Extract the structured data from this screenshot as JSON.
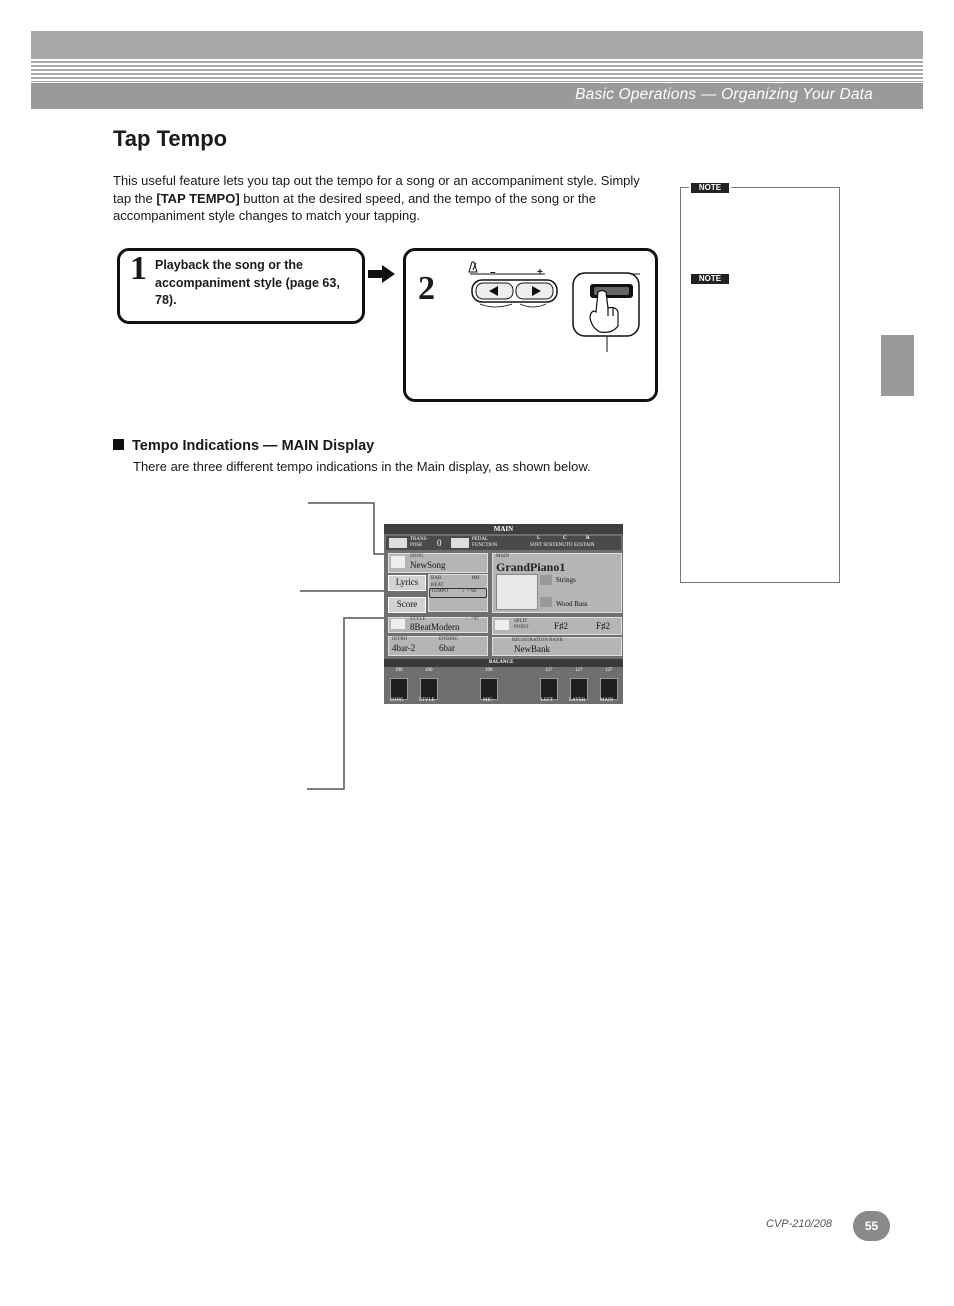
{
  "header": {
    "section_title": "Basic Operations — Organizing Your Data"
  },
  "page_title": "Tap Tempo",
  "intro": {
    "part1": "This useful feature lets you tap out the tempo for a song or an accompaniment style. Simply tap the ",
    "button_name": "[TAP TEMPO]",
    "part2": " button at the desired speed, and the tempo of the song or the accompaniment style changes to match your tapping."
  },
  "step1": {
    "number": "1",
    "text": "Playback the song or the accompaniment style (page 63, 78)."
  },
  "step2": {
    "number": "2",
    "minus": "–",
    "plus": "+"
  },
  "notes": [
    {
      "label": "NOTE"
    },
    {
      "label": "NOTE"
    }
  ],
  "section": {
    "heading": "Tempo Indications — MAIN Display",
    "body": "There are three different tempo indications in the Main display, as shown below."
  },
  "lcd": {
    "title": "MAIN",
    "transpose_label": "TRANS- POSE",
    "transpose_value": "0",
    "pedal_label": "PEDAL FUNCTION",
    "pedal_indicators": [
      "L",
      "C",
      "R"
    ],
    "pedal_names": "SOFT SOSTENUTO SUSTAIN",
    "song_label": "SONG",
    "song_name": "NewSong",
    "lyrics_button": "Lyrics",
    "score_button": "Score",
    "bar_label": "BAR",
    "bar_value": "001",
    "beat_label": "BEAT",
    "tempo_label": "TEMPO",
    "tempo_value": "♩= 92",
    "main_voice_label": "MAIN",
    "main_voice": "GrandPiano1",
    "layer_voice": "Strings",
    "left_voice": "Wood Bass",
    "style_label": "STYLE",
    "style_name": "8BeatModern",
    "style_tempo": "♩=97",
    "split_label": "SPLIT POINT",
    "split_value_1": "F♯2",
    "split_value_2": "F♯2",
    "intro_label": "INTRO",
    "intro_value": "4bar-2",
    "ending_label": "ENDING",
    "ending_value": "6bar",
    "bank_label": "REGISTRATION BANK",
    "bank_name": "NewBank",
    "balance_label": "BALANCE",
    "balance": [
      {
        "name": "SONG",
        "value": "100"
      },
      {
        "name": "STYLE",
        "value": "100"
      },
      {
        "name": "MIC",
        "value": "100"
      },
      {
        "name": "LEFT",
        "value": "127"
      },
      {
        "name": "LAYER",
        "value": "127"
      },
      {
        "name": "MAIN",
        "value": "127"
      }
    ]
  },
  "footer": {
    "model": "CVP-210/208",
    "page_number": "55"
  }
}
